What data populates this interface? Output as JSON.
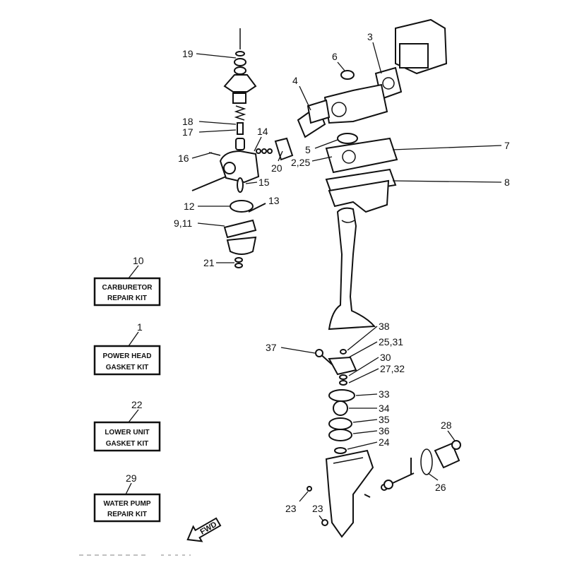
{
  "labels": {
    "p19": "19",
    "p18": "18",
    "p17": "17",
    "p16": "16",
    "p14": "14",
    "p15": "15",
    "p20": "20",
    "p12": "12",
    "p13": "13",
    "p9_11": "9,11",
    "p21": "21",
    "p6": "6",
    "p4": "4",
    "p3": "3",
    "p5": "5",
    "p2_25": "2,25",
    "p7": "7",
    "p8": "8",
    "p38": "38",
    "p25_31": "25,31",
    "p37": "37",
    "p30": "30",
    "p27_32": "27,32",
    "p33": "33",
    "p34": "34",
    "p35": "35",
    "p36": "36",
    "p24": "24",
    "p28": "28",
    "p26": "26",
    "p23a": "23",
    "p23b": "23"
  },
  "kits": [
    {
      "number": "10",
      "line1": "CARBURETOR",
      "line2": "REPAIR KIT"
    },
    {
      "number": "1",
      "line1": "POWER HEAD",
      "line2": "GASKET KIT"
    },
    {
      "number": "22",
      "line1": "LOWER UNIT",
      "line2": "GASKET KIT"
    },
    {
      "number": "29",
      "line1": "WATER PUMP",
      "line2": "REPAIR KIT"
    }
  ],
  "fwd_label": "FWD"
}
